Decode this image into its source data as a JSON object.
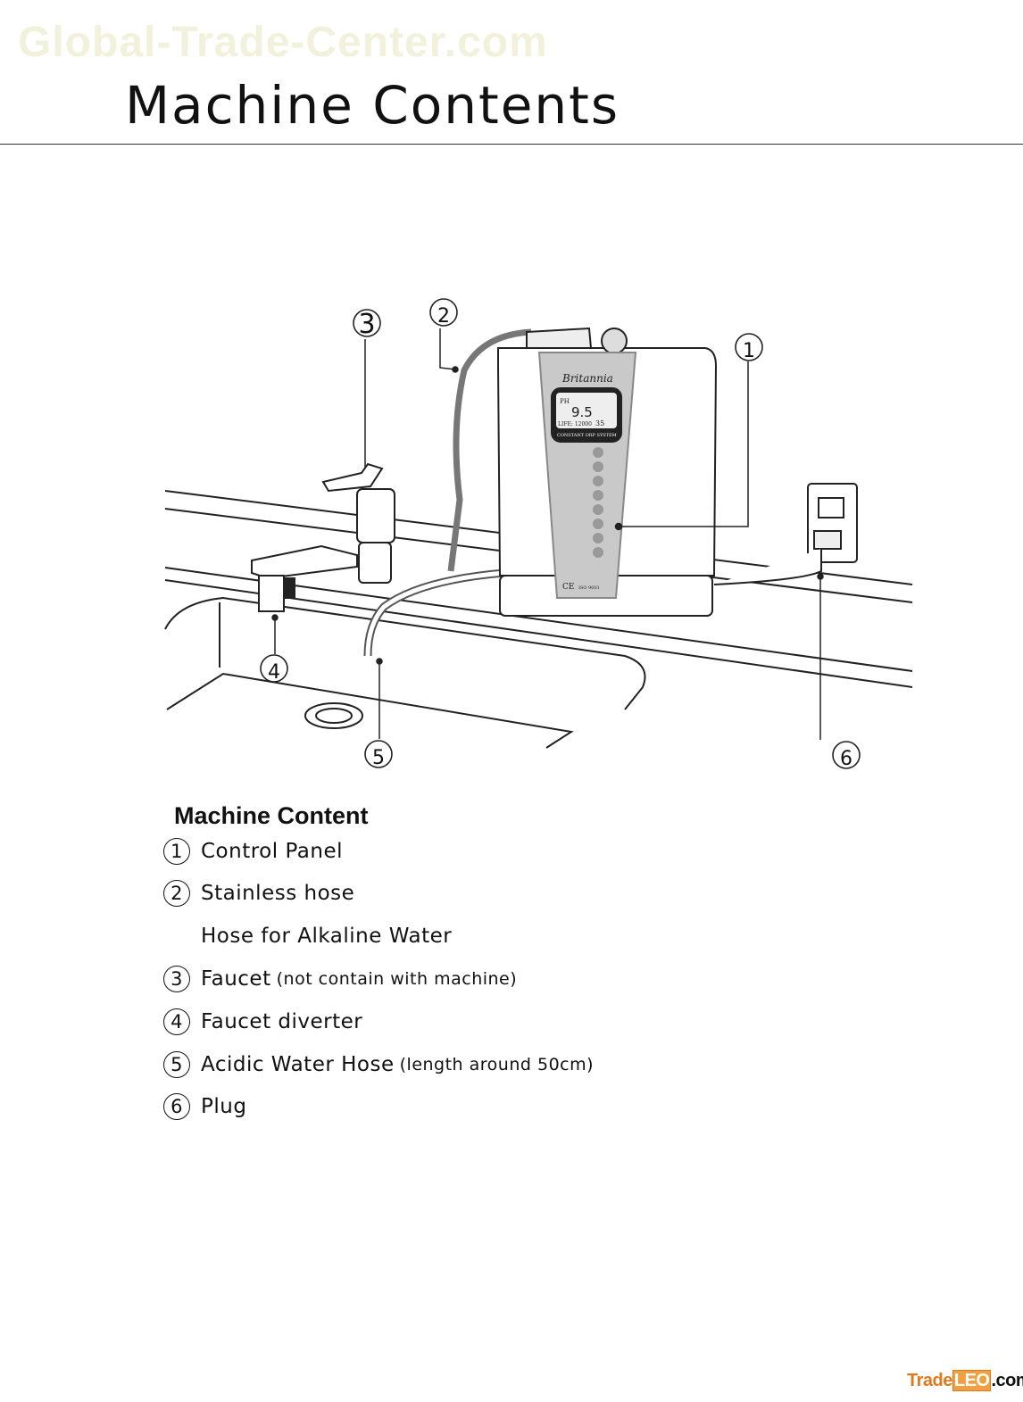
{
  "watermark": "Global-Trade-Center.com",
  "page_title": "Machine Contents",
  "diagram": {
    "callouts": [
      "1",
      "2",
      "3",
      "4",
      "5",
      "6"
    ],
    "machine": {
      "brand": "Britannia",
      "ph_label": "PH",
      "ph_value": "9.5",
      "life_label": "LIFE: 12000",
      "life_value": "35",
      "system_label": "CONSTANT ORP SYSTEM",
      "cert_ce": "CE",
      "cert_iso": "ISO 9001"
    }
  },
  "list": {
    "heading": "Machine Content",
    "items": [
      {
        "num": "1",
        "label": "Control Panel",
        "note": ""
      },
      {
        "num": "2",
        "label": "Stainless hose",
        "note": ""
      },
      {
        "num": "",
        "label": "Hose for  Alkaline Water",
        "note": ""
      },
      {
        "num": "3",
        "label": "Faucet",
        "note": "(not contain with machine)"
      },
      {
        "num": "4",
        "label": "Faucet diverter",
        "note": ""
      },
      {
        "num": "5",
        "label": "Acidic Water Hose",
        "note": "(length around 50cm)"
      },
      {
        "num": "6",
        "label": "Plug",
        "note": ""
      }
    ]
  },
  "footer_logo": {
    "part1": "Trade",
    "part2": "LEO",
    "part3": ".com"
  }
}
